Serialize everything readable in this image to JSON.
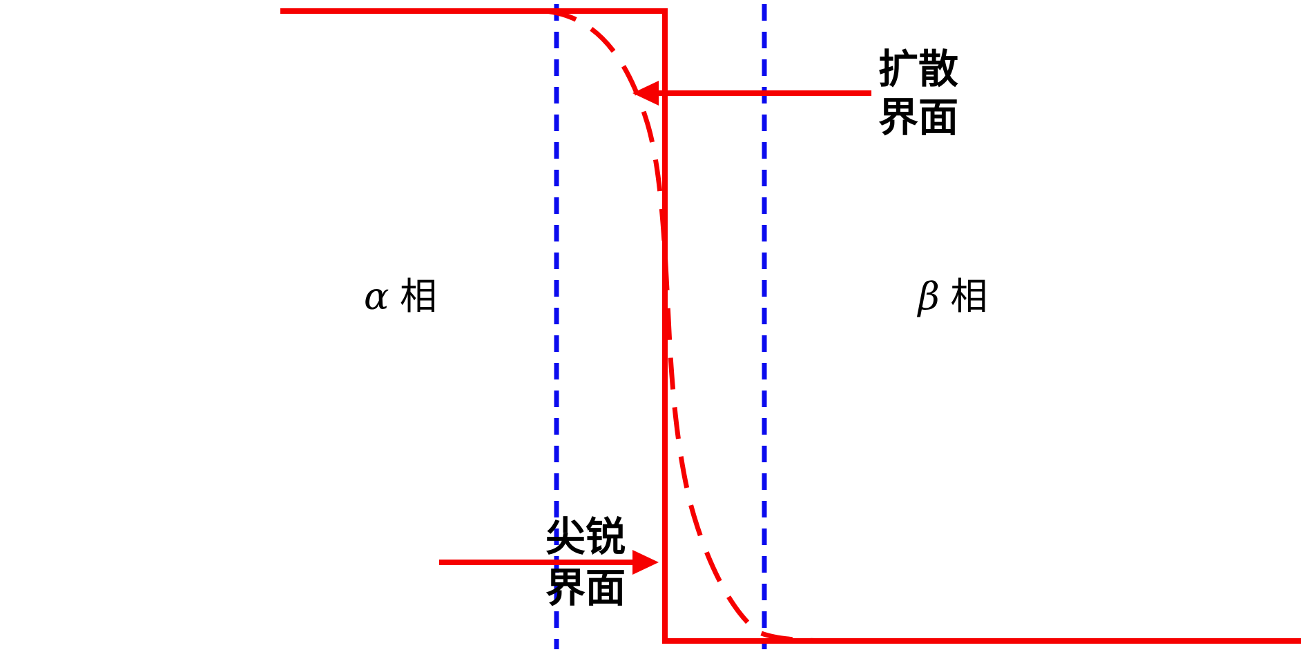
{
  "figure": {
    "phases": {
      "alpha": {
        "symbol": "α",
        "suffix": "相"
      },
      "beta": {
        "symbol": "β",
        "suffix": "相"
      }
    },
    "annotations": {
      "diffuse": {
        "line1": "扩散",
        "line2": "界面"
      },
      "sharp": {
        "line1": "尖锐",
        "line2": "界面"
      }
    },
    "colors": {
      "interface_red": "#f60000",
      "guide_blue": "#0b0bee",
      "text_black": "#000000",
      "background": "#ffffff"
    }
  }
}
